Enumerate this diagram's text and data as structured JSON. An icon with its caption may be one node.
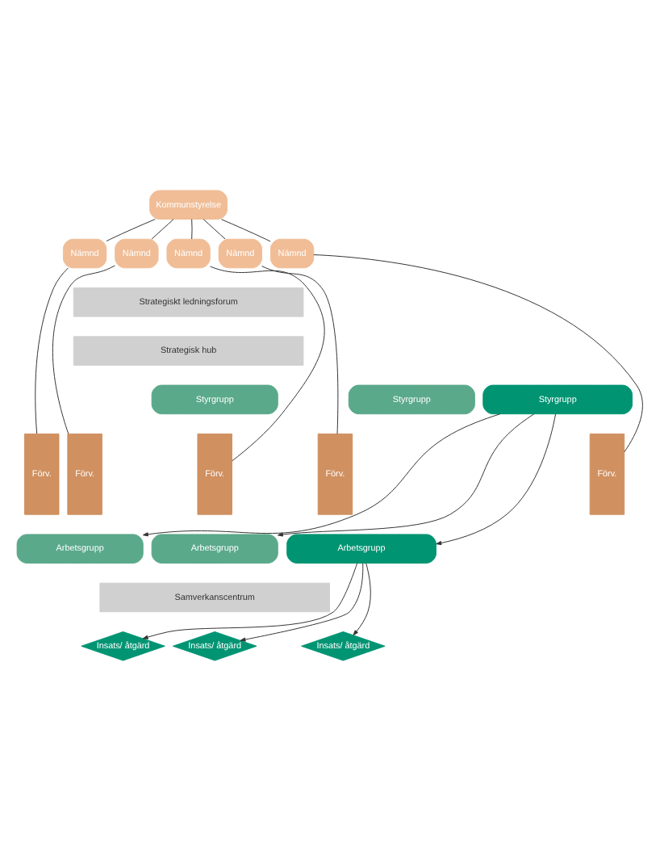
{
  "diagram": {
    "nodes": [
      {
        "text": [
          "Kommunstyrelse"
        ]
      },
      {
        "text": [
          "Nämnd"
        ]
      },
      {
        "text": [
          "Nämnd"
        ]
      },
      {
        "text": [
          "Nämnd"
        ]
      },
      {
        "text": [
          "Nämnd"
        ]
      },
      {
        "text": [
          "Nämnd"
        ]
      },
      {
        "text": [
          "Strategiskt ledningsforum"
        ]
      },
      {
        "text": [
          "Strategisk hub"
        ]
      },
      {
        "text": [
          "Styrgrupp"
        ]
      },
      {
        "text": [
          "Styrgrupp"
        ]
      },
      {
        "text": [
          "Styrgrupp"
        ]
      },
      {
        "text": [
          "Förv."
        ]
      },
      {
        "text": [
          "Förv."
        ]
      },
      {
        "text": [
          "Förv."
        ]
      },
      {
        "text": [
          "Förv."
        ]
      },
      {
        "text": [
          "Förv."
        ]
      },
      {
        "text": [
          "Arbetsgrupp"
        ]
      },
      {
        "text": [
          "Arbetsgrupp"
        ]
      },
      {
        "text": [
          "Arbetsgrupp"
        ]
      },
      {
        "text": [
          "Samverkanscentrum"
        ]
      },
      {
        "text": [
          "Insats/ åtgärd"
        ]
      },
      {
        "text": [
          "Insats/ åtgärd"
        ]
      },
      {
        "text": [
          "Insats/ åtgärd"
        ]
      }
    ],
    "edges": [
      {
        "from": 0,
        "to": 1,
        "arrow": "none"
      },
      {
        "from": 0,
        "to": 2,
        "arrow": "none"
      },
      {
        "from": 0,
        "to": 3,
        "arrow": "none"
      },
      {
        "from": 0,
        "to": 4,
        "arrow": "none"
      },
      {
        "from": 0,
        "to": 5,
        "arrow": "none"
      },
      {
        "from": 1,
        "to": 11,
        "arrow": "none"
      },
      {
        "from": 2,
        "to": 12,
        "arrow": "none"
      },
      {
        "from": 3,
        "to": 13,
        "arrow": "none"
      },
      {
        "from": 4,
        "to": 14,
        "arrow": "none"
      },
      {
        "from": 5,
        "to": 15,
        "arrow": "none"
      },
      {
        "from": 10,
        "to": 16,
        "arrow": "to"
      },
      {
        "from": 10,
        "to": 18,
        "arrow": "to"
      },
      {
        "from": 10,
        "to": 17,
        "arrow": "to"
      },
      {
        "from": 18,
        "to": 20,
        "arrow": "to"
      },
      {
        "from": 18,
        "to": 21,
        "arrow": "to"
      },
      {
        "from": 18,
        "to": 22,
        "arrow": "to"
      }
    ]
  }
}
